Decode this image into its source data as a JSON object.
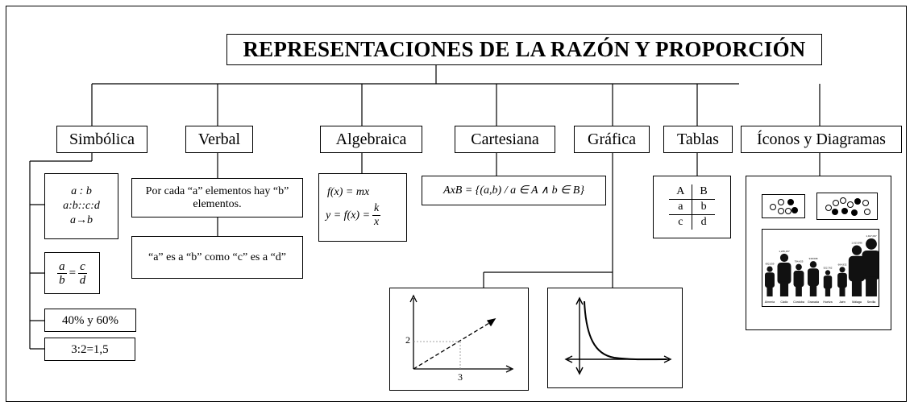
{
  "title": "REPRESENTACIONES DE LA RAZÓN Y PROPORCIÓN",
  "categories": {
    "simbolica": "Simbólica",
    "verbal": "Verbal",
    "algebraica": "Algebraica",
    "cartesiana": "Cartesiana",
    "grafica": "Gráfica",
    "tablas": "Tablas",
    "iconos": "Íconos y Diagramas"
  },
  "simbolica": {
    "line1": "a : b",
    "line2": "a:b::c:d",
    "line3": "a→b",
    "frac_left_num": "a",
    "frac_left_den": "b",
    "frac_eq": "=",
    "frac_right_num": "c",
    "frac_right_den": "d",
    "percent": "40% y 60%",
    "ratio": "3:2=1,5"
  },
  "verbal": {
    "text1": "Por cada “a” elementos hay “b” elementos.",
    "text2": "“a” es a “b” como “c” es a “d”"
  },
  "algebraica": {
    "eq1": "f(x) = mx",
    "eq2_left": "y = f(x) =",
    "eq2_num": "k",
    "eq2_den": "x"
  },
  "cartesiana": {
    "eq": "AxB = {(a,b) / a ∈ A ∧ b ∈ B}"
  },
  "grafica": {
    "y_tick": "2",
    "x_tick": "3"
  },
  "tablas": {
    "header": [
      "A",
      "B"
    ],
    "rows": [
      [
        "a",
        "b"
      ],
      [
        "c",
        "d"
      ]
    ]
  },
  "iconos": {
    "bar_labels": [
      "Almería",
      "Cádiz",
      "Córdoba",
      "Granada",
      "Huelva",
      "Jaén",
      "Málaga",
      "Sevilla"
    ],
    "bar_values": [
      "692,059",
      "1,245,157",
      "794,425",
      "918,598",
      "522,762",
      "664,932",
      "1,613,996",
      "1,917,097"
    ]
  }
}
